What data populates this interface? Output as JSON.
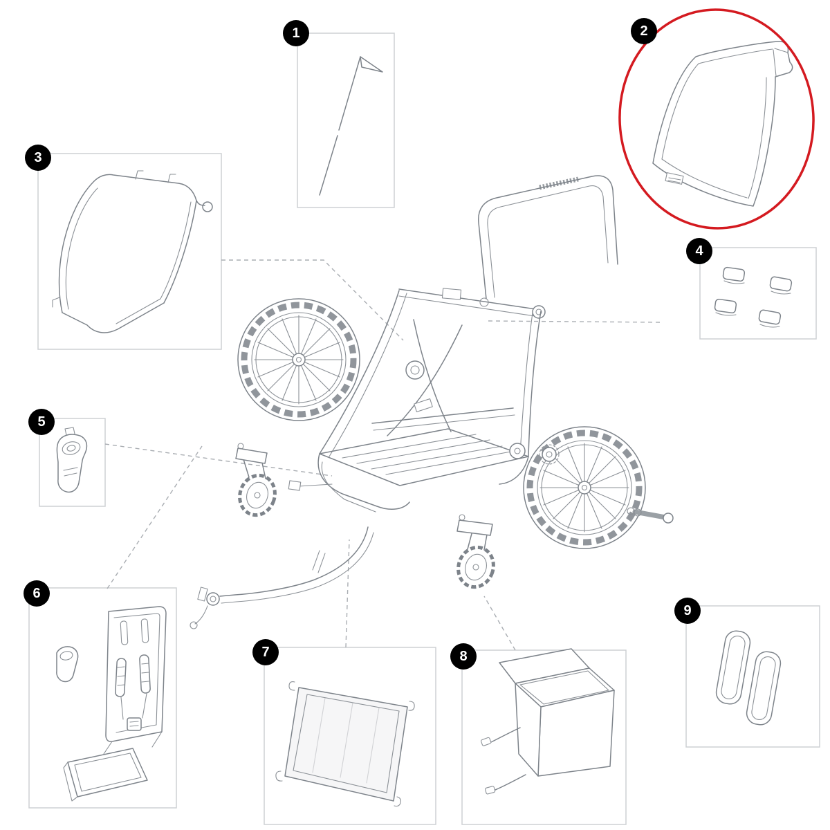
{
  "diagram": {
    "colors": {
      "highlight": "#d41a20",
      "line": "#7d838a",
      "box_border": "#cdd0d4",
      "badge_bg": "#000000",
      "badge_fg": "#ffffff"
    },
    "parts": [
      {
        "number": "1",
        "name": "safety-flag",
        "highlighted": false
      },
      {
        "number": "2",
        "name": "cover-panel",
        "highlighted": true
      },
      {
        "number": "3",
        "name": "canopy-frame",
        "highlighted": false
      },
      {
        "number": "4",
        "name": "mounting-clips",
        "highlighted": false
      },
      {
        "number": "5",
        "name": "latch",
        "highlighted": false
      },
      {
        "number": "6",
        "name": "seat-assembly",
        "highlighted": false
      },
      {
        "number": "7",
        "name": "mesh-panel",
        "highlighted": false
      },
      {
        "number": "8",
        "name": "cargo-bag",
        "highlighted": false
      },
      {
        "number": "9",
        "name": "side-pads",
        "highlighted": false
      }
    ]
  }
}
